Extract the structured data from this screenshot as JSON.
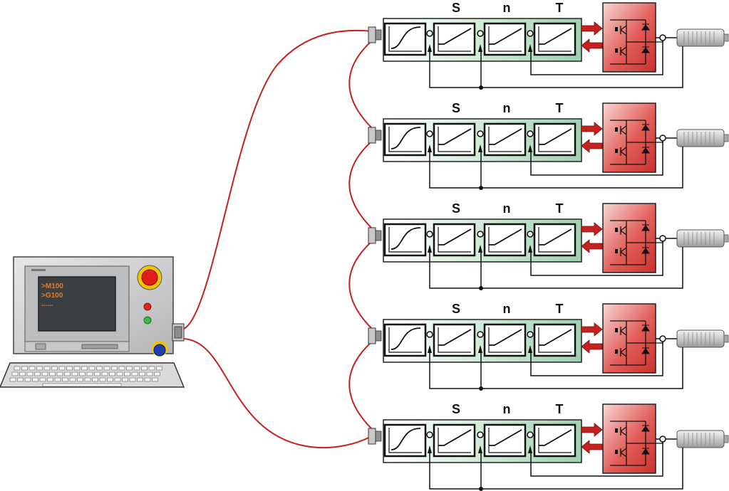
{
  "screen": {
    "lines": [
      ">M100",
      ">G100",
      "......"
    ],
    "text_color": "#e07b2a",
    "bg_color": "#3c3f42"
  },
  "controller_labels": [
    "S",
    "n",
    "T"
  ],
  "axis_count": 5,
  "colors": {
    "cable": "#c4211f",
    "controller_fill": "#d9eedf",
    "drive_fill": "#e3524f",
    "panel": "#cfd0d2",
    "estop": "#e41c1c",
    "led_red": "#e02424",
    "led_green": "#3db54a",
    "knob": "#1f3fb0"
  }
}
